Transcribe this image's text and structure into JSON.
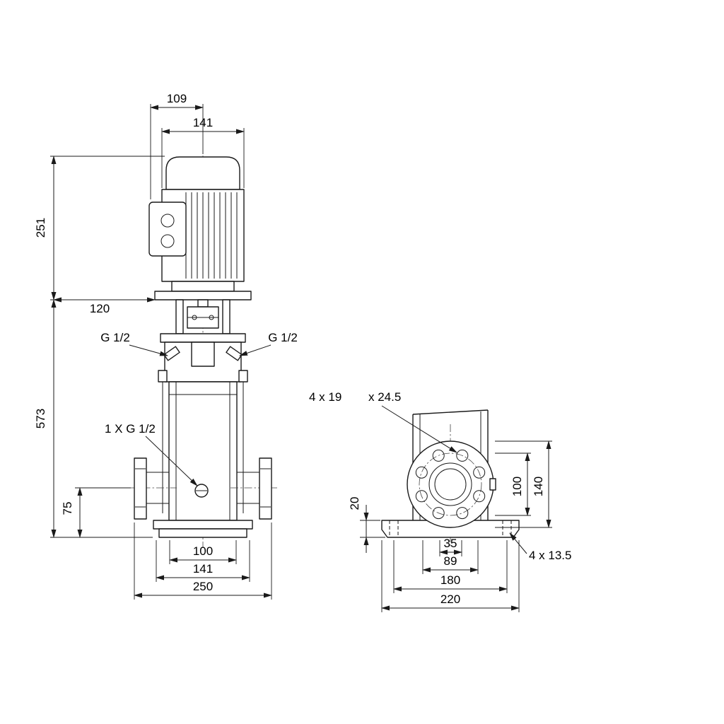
{
  "front_view": {
    "dim_109": "109",
    "dim_141_top": "141",
    "dim_251": "251",
    "dim_120": "120",
    "vent_plug_left": "G 1/2",
    "vent_plug_right": "G 1/2",
    "dim_573": "573",
    "drain_plug": "1 X G 1/2",
    "dim_75": "75",
    "dim_100_bottom": "100",
    "dim_141_bottom": "141",
    "dim_250": "250"
  },
  "side_view": {
    "flange_hole_callout": "4 x 19",
    "flange_hole_counterbore": "x 24.5",
    "dim_20": "20",
    "dim_100": "100",
    "dim_140": "140",
    "dim_35": "35",
    "dim_89": "89",
    "dim_180": "180",
    "dim_220": "220",
    "base_hole_callout": "4 x 13.5"
  }
}
